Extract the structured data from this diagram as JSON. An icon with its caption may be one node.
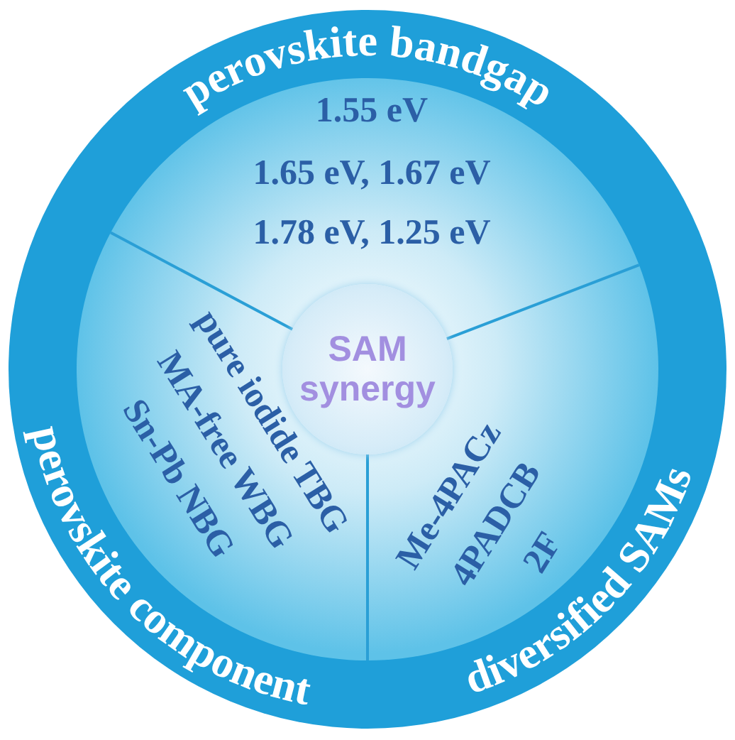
{
  "diagram": {
    "nodes": [
      {
        "text": [
          "SAM synergy"
        ]
      },
      {
        "text": [
          "perovskite bandgap",
          "1.55 eV",
          "1.65 eV, 1.67 eV",
          "1.78 eV, 1.25 eV"
        ]
      },
      {
        "text": [
          "perovskite component",
          "pure iodide TBG",
          "MA-free WBG",
          "Sn-Pb NBG"
        ]
      },
      {
        "text": [
          "diversified SAMs",
          "Me-4PACz",
          "4PADCB",
          "2F"
        ]
      }
    ]
  }
}
